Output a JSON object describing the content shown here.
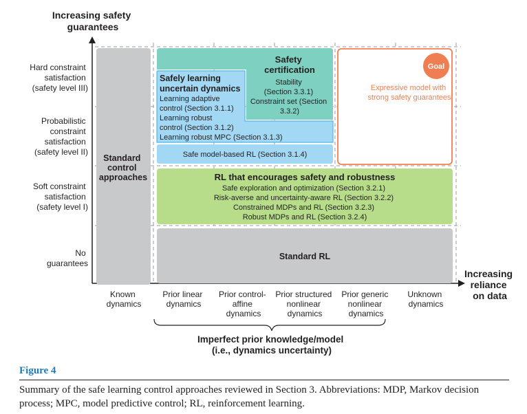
{
  "y_axis": {
    "title": [
      "Increasing safety",
      "guarantees"
    ],
    "levels": [
      [
        "Hard constraint",
        "satisfaction",
        "(safety level III)"
      ],
      [
        "Probabilistic",
        "constraint",
        "satisfaction",
        "(safety level II)"
      ],
      [
        "Soft constraint",
        "satisfaction",
        "(safety level I)"
      ],
      [
        "No",
        "guarantees"
      ]
    ]
  },
  "x_axis": {
    "title": [
      "Increasing",
      "reliance",
      "on data"
    ],
    "categories": [
      [
        "Known",
        "dynamics"
      ],
      [
        "Prior linear",
        "dynamics"
      ],
      [
        "Prior control-",
        "affine",
        "dynamics"
      ],
      [
        "Prior structured",
        "nonlinear",
        "dynamics"
      ],
      [
        "Prior generic",
        "nonlinear",
        "dynamics"
      ],
      [
        "Unknown",
        "dynamics"
      ]
    ],
    "brace_label": [
      "Imperfect prior knowledge/model",
      "(i.e., dynamics uncertainty)"
    ]
  },
  "boxes": {
    "standard_control": [
      "Standard",
      "control",
      "approaches"
    ],
    "safety_certification": {
      "title": [
        "Safety",
        "certification"
      ],
      "lines": [
        "Stability",
        "(Section 3.3.1)",
        "Constraint set (Section",
        "3.3.2)"
      ]
    },
    "safe_learning": {
      "title": [
        "Safely learning",
        "uncertain dynamics"
      ],
      "lines": [
        "Learning adaptive",
        "control (Section 3.1.1)",
        "Learning robust",
        "control (Section 3.1.2)",
        "Learning robust MPC (Section 3.1.3)"
      ]
    },
    "safe_model_based": "Safe model-based RL (Section 3.1.4)",
    "rl_safety": {
      "title": "RL that encourages safety and robustness",
      "lines": [
        "Safe exploration and optimization (Section 3.2.1)",
        "Risk-averse and uncertainty-aware RL (Section 3.2.2)",
        "Constrained MDPs and RL (Section 3.2.3)",
        "Robust MDPs and RL (Section 3.2.4)"
      ]
    },
    "standard_rl": "Standard RL",
    "goal": {
      "badge": "Goal",
      "lines": [
        "Expressive model with",
        "strong safety guarantees"
      ]
    }
  },
  "caption": {
    "label": "Figure 4",
    "text": "Summary of the safe learning control approaches reviewed in Section 3. Abbreviations: MDP, Markov decision process; MPC, model predictive control; RL, reinforcement learning."
  },
  "colors": {
    "gray": "#c8c9cb",
    "teal": "#7ed0c0",
    "blue": "#a3d8f4",
    "blue_border": "#4fb6e8",
    "green": "#b7dd8b",
    "orange": "#f07e53",
    "caption_blue": "#1e7bb6"
  }
}
